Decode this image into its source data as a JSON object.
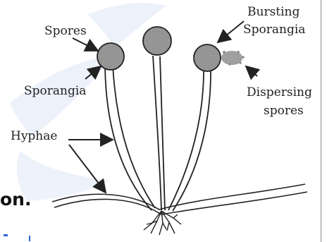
{
  "figure": {
    "labels": {
      "spores": "Spores",
      "sporangia": "Sporangia",
      "hyphae": "Hyphae",
      "bursting_line1": "Bursting",
      "bursting_line2": "Sporangia",
      "dispersing_line1": "Dispersing",
      "dispersing_line2": "spores"
    },
    "fragment_text": "on.",
    "colors": {
      "ink": "#222222",
      "sporangium_fill": "#8c8c8c",
      "watermark": "#dfe7f7",
      "accent": "#2c66d7"
    },
    "icons": {
      "watermark": "background-watermark-shape"
    }
  }
}
